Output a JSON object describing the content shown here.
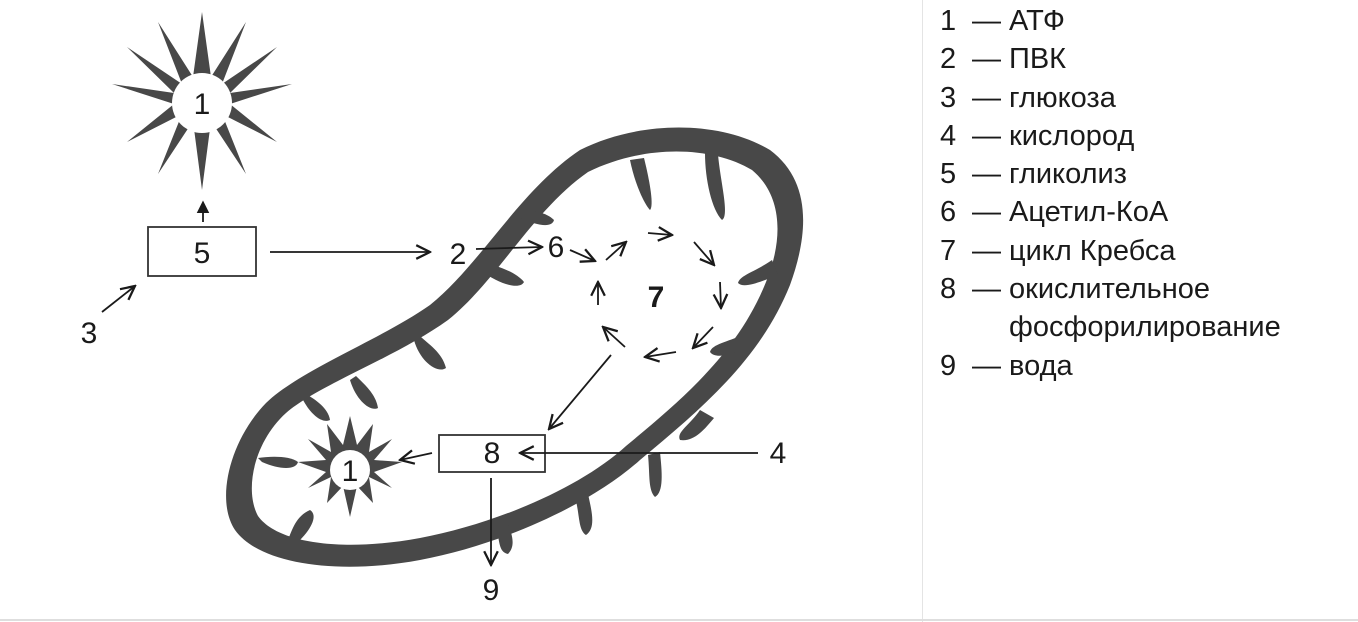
{
  "colors": {
    "membrane": "#484848",
    "ink": "#1a1a1a",
    "background": "#ffffff",
    "divider": "#e4e4e4"
  },
  "diagram": {
    "labels": {
      "atp_top": "1",
      "glycolysis_box": "5",
      "glucose": "3",
      "pyruvate": "2",
      "acetyl_coa": "6",
      "krebs_cycle": "7",
      "oxphos_box": "8",
      "atp_bottom": "1",
      "oxygen": "4",
      "water": "9"
    }
  },
  "legend": {
    "dash": "—",
    "items": [
      {
        "num": "1",
        "text": "АТФ"
      },
      {
        "num": "2",
        "text": "ПВК"
      },
      {
        "num": "3",
        "text": "глюкоза"
      },
      {
        "num": "4",
        "text": "кислород"
      },
      {
        "num": "5",
        "text": "гликолиз"
      },
      {
        "num": "6",
        "text": "Ацетил-КоА"
      },
      {
        "num": "7",
        "text": "цикл Кребса"
      },
      {
        "num": "8",
        "text": "окислительное фосфорилирование"
      },
      {
        "num": "9",
        "text": "вода"
      }
    ]
  }
}
